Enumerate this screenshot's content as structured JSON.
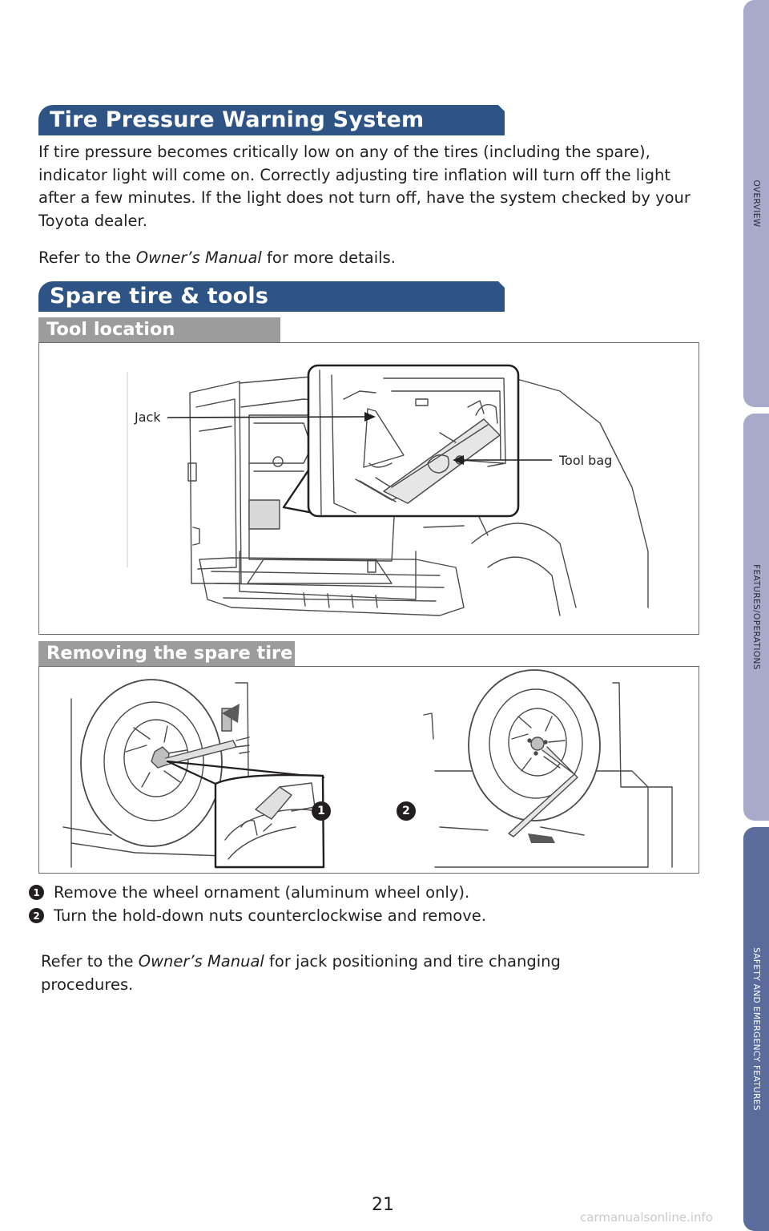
{
  "side_tabs": {
    "overview": "OVERVIEW",
    "features": "FEATURES/OPERATIONS",
    "safety": "SAFETY AND EMERGENCY FEATURES"
  },
  "tpws": {
    "title": "Tire Pressure Warning System",
    "body": "If tire pressure becomes critically low on any of the tires (including the spare), indicator light will come on. Correctly adjusting tire inflation will turn off the light after a few minutes. If the light does not turn off, have the system checked by your Toyota dealer.",
    "refer_prefix": "Refer to the ",
    "refer_manual": "Owner’s Manual",
    "refer_suffix": " for more details."
  },
  "spare": {
    "title": "Spare tire & tools",
    "tool_location": {
      "heading": "Tool location",
      "callout_jack": "Jack",
      "callout_tool_bag": "Tool bag"
    },
    "removing": {
      "heading": "Removing the spare tire",
      "step_1_num": "1",
      "step_2_num": "2",
      "step_1": "Remove the wheel ornament (aluminum wheel only).",
      "step_2": "Turn the hold-down nuts counterclockwise and remove."
    },
    "refer_prefix": "Refer to the ",
    "refer_manual": "Owner’s Manual",
    "refer_suffix": " for jack positioning and tire changing procedures."
  },
  "page_number": "21",
  "watermark": "carmanualsonline.info"
}
